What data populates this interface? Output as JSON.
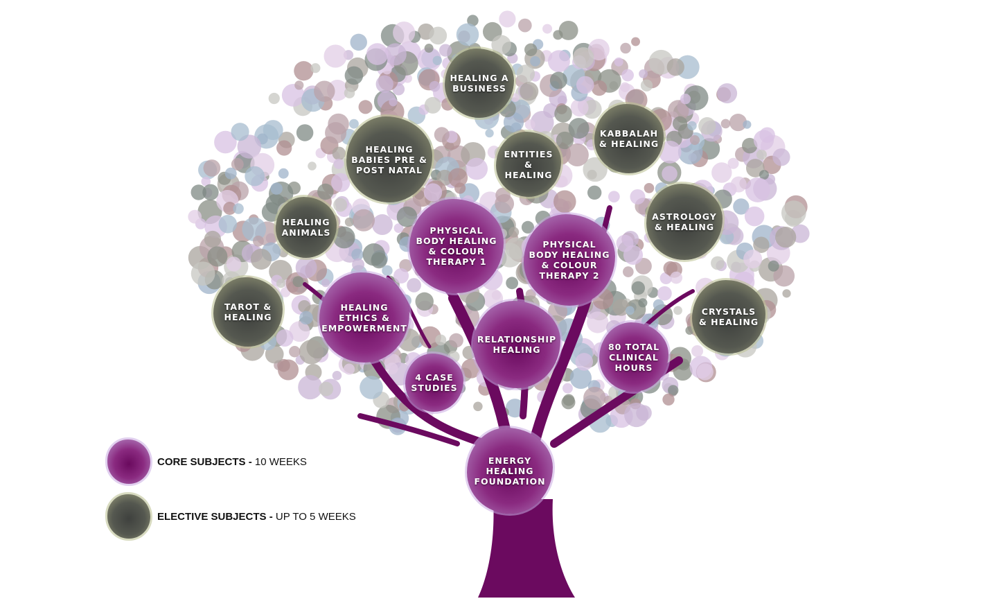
{
  "legend": {
    "core": {
      "bold": "CORE SUBJECTS -",
      "rest": " 10 WEEKS"
    },
    "elective": {
      "bold": "ELECTIVE SUBJECTS -",
      "rest": " UP TO 5 WEEKS"
    }
  },
  "subjects": [
    {
      "label": "HEALING A\nBUSINESS",
      "type": "elective"
    },
    {
      "label": "HEALING\nBABIES PRE &\nPOST NATAL",
      "type": "elective"
    },
    {
      "label": "ENTITIES\n& HEALING",
      "type": "elective"
    },
    {
      "label": "KABBALAH\n& HEALING",
      "type": "elective"
    },
    {
      "label": "HEALING\nANIMALS",
      "type": "elective"
    },
    {
      "label": "ASTROLOGY\n& HEALING",
      "type": "elective"
    },
    {
      "label": "TAROT &\nHEALING",
      "type": "elective"
    },
    {
      "label": "CRYSTALS\n& HEALING",
      "type": "elective"
    },
    {
      "label": "PHYSICAL\nBODY HEALING\n& COLOUR\nTHERAPY 1",
      "type": "core"
    },
    {
      "label": "PHYSICAL\nBODY HEALING\n& COLOUR\nTHERAPY 2",
      "type": "core"
    },
    {
      "label": "HEALING\nETHICS &\nEMPOWERMENT",
      "type": "core"
    },
    {
      "label": "RELATIONSHIP\nHEALING",
      "type": "core"
    },
    {
      "label": "80 TOTAL\nCLINICAL\nHOURS",
      "type": "core"
    },
    {
      "label": "4 CASE\nSTUDIES",
      "type": "core"
    },
    {
      "label": "ENERGY\nHEALING\nFOUNDATION",
      "type": "core"
    }
  ],
  "colors": {
    "trunk": "#6b0a5f",
    "core": "#6a0a5e",
    "elective": "#4a4c47"
  }
}
